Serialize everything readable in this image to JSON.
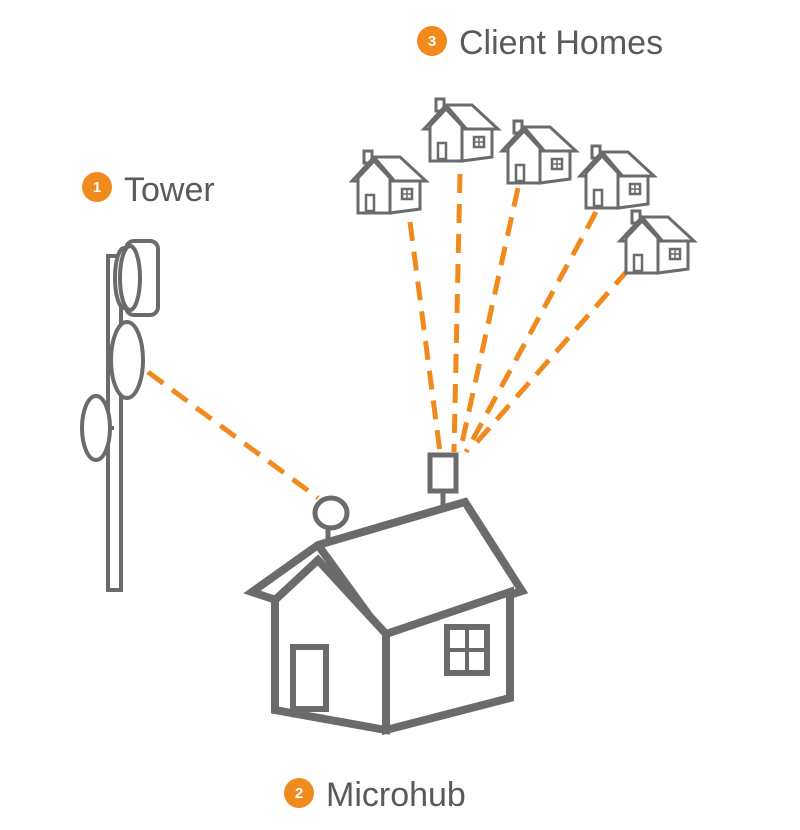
{
  "colors": {
    "accent": "#f08a1c",
    "outline": "#6b6b6b",
    "text": "#5a5a5a"
  },
  "labels": {
    "tower": {
      "number": "1",
      "text": "Tower"
    },
    "microhub": {
      "number": "2",
      "text": "Microhub"
    },
    "client_homes": {
      "number": "3",
      "text": "Client Homes"
    }
  },
  "icons": [
    "tower-icon",
    "dish-antenna-icon",
    "microhub-house-icon",
    "client-home-icon"
  ],
  "client_home_count": 5
}
